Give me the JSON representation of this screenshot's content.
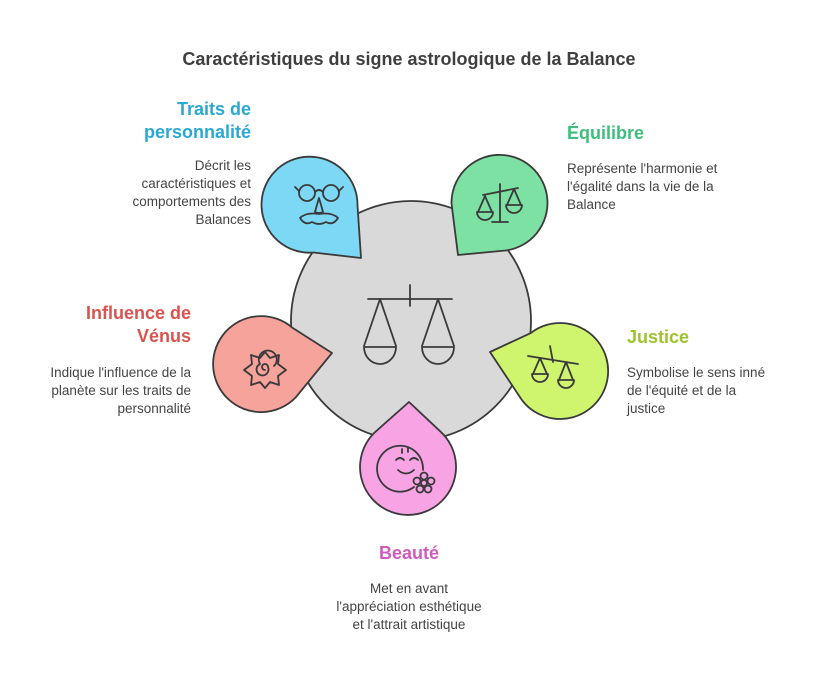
{
  "title": "Caractéristiques du signe astrologique de la Balance",
  "colors": {
    "hub": "#d9d9d9",
    "traits": "#7dd8f5",
    "equilibre": "#7ee1a4",
    "justice": "#cff56f",
    "beaute": "#f7a3e4",
    "venus": "#f6a39b",
    "traits_text": "#29a9d4",
    "equilibre_text": "#3cbf7c",
    "justice_text": "#9dc42c",
    "beaute_text": "#d05bbd",
    "venus_text": "#d9534f"
  },
  "hub_icon": "balance-scale-icon",
  "items": {
    "traits": {
      "heading_1": "Traits de",
      "heading_2": "personnalité",
      "desc_1": "Décrit les",
      "desc_2": "caractéristiques et",
      "desc_3": "comportements des",
      "desc_4": "Balances",
      "icon": "glasses-mustache-icon"
    },
    "equilibre": {
      "heading_1": "Équilibre",
      "desc_1": "Représente l'harmonie et",
      "desc_2": "l'égalité dans la vie de la",
      "desc_3": "Balance",
      "icon": "scale-icon"
    },
    "justice": {
      "heading_1": "Justice",
      "desc_1": "Symbolise le sens inné",
      "desc_2": "de l'équité et de la",
      "desc_3": "justice",
      "icon": "tilted-scale-icon"
    },
    "venus": {
      "heading_1": "Influence de",
      "heading_2": "Vénus",
      "desc_1": "Indique l'influence de la",
      "desc_2": "planète sur les traits de",
      "desc_3": "personnalité",
      "icon": "spiral-sun-icon"
    },
    "beaute": {
      "heading_1": "Beauté",
      "desc_1": "Met en avant",
      "desc_2": "l'appréciation esthétique",
      "desc_3": "et l'attrait artistique",
      "icon": "face-flower-icon"
    }
  }
}
